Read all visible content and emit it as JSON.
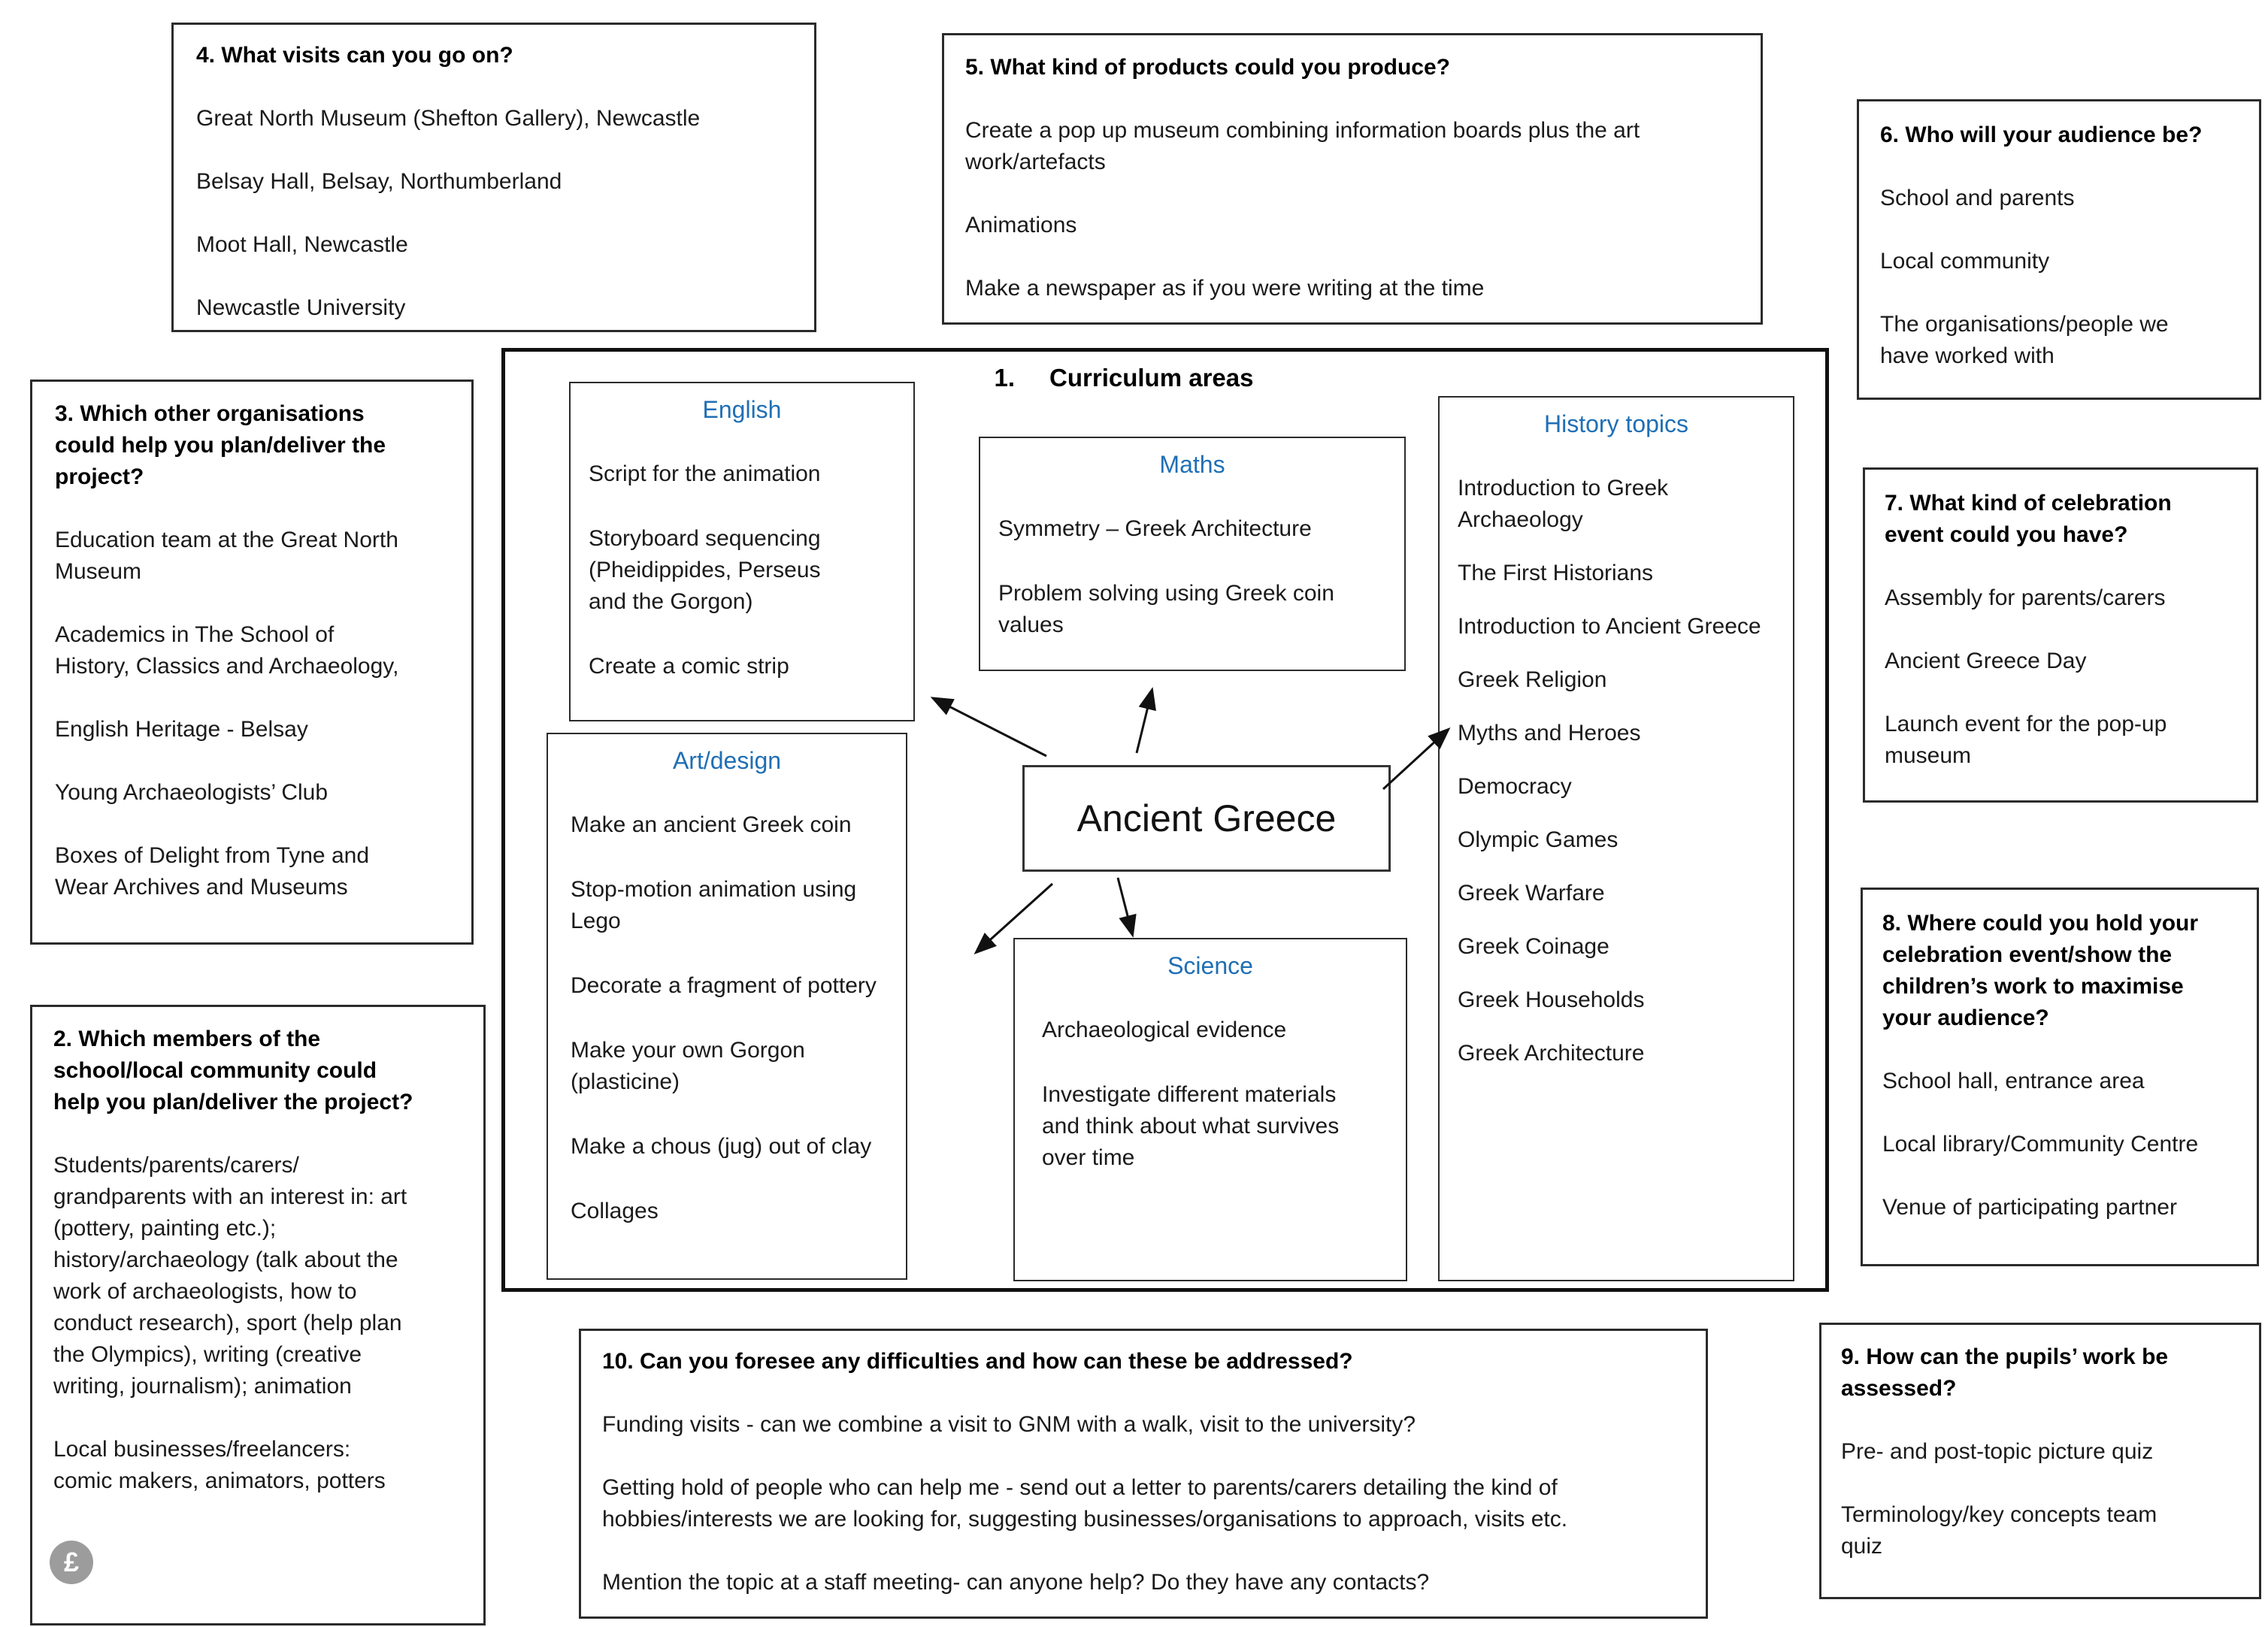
{
  "colors": {
    "heading_blue": "#1F6FB5",
    "text": "#1A1A1A",
    "border": "#000000",
    "badge_grey": "#9C9C9C"
  },
  "panels": {
    "q4": {
      "title": "4. What visits can you go on?",
      "items": [
        "Great North Museum (Shefton Gallery), Newcastle",
        "Belsay Hall, Belsay, Northumberland",
        "Moot Hall, Newcastle",
        "Newcastle University"
      ]
    },
    "q5": {
      "title": "5. What kind of products could you produce?",
      "items": [
        "Create a pop up museum combining information boards plus the art work/artefacts",
        "Animations",
        "Make a newspaper as if you were writing at the time"
      ]
    },
    "q6": {
      "title": "6. Who will your audience be?",
      "items": [
        "School and parents",
        "Local community",
        "The organisations/people we have worked with"
      ]
    },
    "q3": {
      "title": "3. Which other organisations could help you plan/deliver the project?",
      "items": [
        "Education team at the Great North Museum",
        "Academics in The School of History, Classics and Archaeology,",
        "English Heritage - Belsay",
        "Young Archaeologists’ Club",
        "Boxes of Delight from Tyne and Wear Archives and Museums"
      ]
    },
    "q2": {
      "title": "2. Which members of the school/local community could help you plan/deliver the project?",
      "items": [
        "Students/parents/carers/ grandparents with an interest in: art (pottery, painting etc.); history/archaeology (talk about the work of archaeologists, how to conduct research), sport (help plan the Olympics), writing (creative writing, journalism); animation",
        "Local businesses/freelancers:",
        "comic makers, animators, potters"
      ]
    },
    "q7": {
      "title": "7. What kind of celebration event could you have?",
      "items": [
        "Assembly for parents/carers",
        "Ancient Greece Day",
        "Launch event for the pop-up museum"
      ]
    },
    "q8": {
      "title": "8. Where could you hold your celebration event/show the children’s work to maximise your audience?",
      "items": [
        "School hall, entrance area",
        "Local library/Community Centre",
        "Venue of participating partner"
      ]
    },
    "q9": {
      "title": "9. How can the pupils’ work be assessed?",
      "items": [
        "Pre- and post-topic picture quiz",
        "Terminology/key concepts team quiz"
      ]
    },
    "q10": {
      "title": "10. Can you foresee any difficulties and how can these be addressed?",
      "items": [
        "Funding visits - can we combine a visit to GNM with a walk, visit to the university?",
        "Getting hold of people who can help me - send out a letter to parents/carers detailing the kind of hobbies/interests we are looking for, suggesting businesses/organisations to approach, visits etc.",
        "Mention the topic at a staff meeting- can anyone help? Do they have any contacts?"
      ]
    }
  },
  "center": {
    "number": "1.",
    "title": "Curriculum areas",
    "hub": "Ancient Greece",
    "subjects": {
      "english": {
        "title": "English",
        "items": [
          "Script for the animation",
          "Storyboard sequencing (Pheidippides, Perseus and the Gorgon)",
          "Create a comic strip"
        ]
      },
      "maths": {
        "title": "Maths",
        "items": [
          "Symmetry – Greek Architecture",
          "Problem solving using Greek coin values"
        ]
      },
      "history": {
        "title": "History topics",
        "items": [
          "Introduction to Greek Archaeology",
          "The First Historians",
          "Introduction to Ancient Greece",
          "Greek Religion",
          "Myths and Heroes",
          "Democracy",
          "Olympic Games",
          "Greek Warfare",
          "Greek Coinage",
          "Greek Households",
          "Greek Architecture"
        ]
      },
      "art": {
        "title": "Art/design",
        "items": [
          "Make an ancient Greek coin",
          "Stop-motion animation using Lego",
          "Decorate a fragment of pottery",
          "Make your own Gorgon (plasticine)",
          "Make a chous (jug) out of clay",
          "Collages"
        ]
      },
      "science": {
        "title": "Science",
        "items": [
          "Archaeological evidence",
          "Investigate different materials and think about what survives over time"
        ]
      }
    }
  },
  "badge": {
    "symbol": "£"
  }
}
